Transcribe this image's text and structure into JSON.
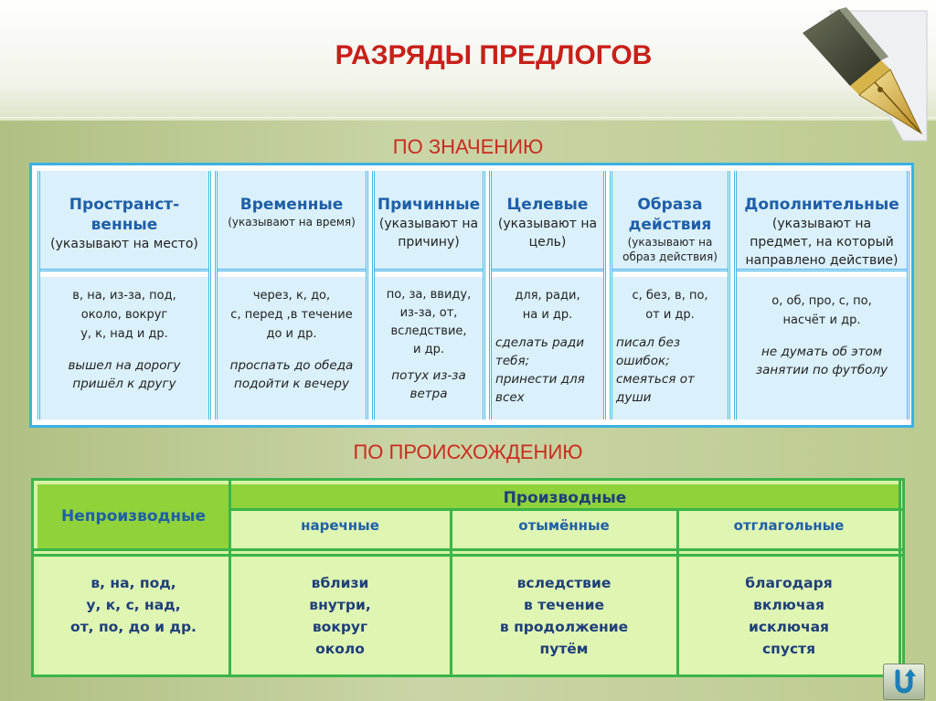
{
  "title": "РАЗРЯДЫ ПРЕДЛОГОВ",
  "section_meaning": "ПО ЗНАЧЕНИЮ",
  "section_origin": "ПО ПРОИСХОЖДЕНИЮ",
  "meaning": [
    {
      "title": "Пространст-\nвенные",
      "subtitle": "(указывают на место)",
      "list": "в, на, из-за, под,\nоколо, вокруг\nу, к, над и др.",
      "example": "вышел на дорогу\nпришёл к другу"
    },
    {
      "title": "Временные",
      "subtitle": "(указывают на время)",
      "list": "через, к, до,\nс, перед ,в течение\nдо и др.",
      "example": "проспать до обеда\nподойти к вечеру"
    },
    {
      "title": "Причинные",
      "subtitle": "(указывают на\nпричину)",
      "list": "по, за, ввиду,\nиз-за, от,\nвследствие,\nи др.",
      "example": "потух из-за\nветра"
    },
    {
      "title": "Целевые",
      "subtitle": "(указывают на\nцель)",
      "list": "для, ради,\nна и др.",
      "example": "сделать ради\nтебя;\nпринести для\nвсех"
    },
    {
      "title": "Образа\nдействия",
      "subtitle": "(указывают на\nобраз действия)",
      "list": "с, без, в, по,\nот и др.",
      "example": "писал без\nошибок;\nсмеяться от\nдуши"
    },
    {
      "title": "Дополнительные",
      "subtitle": "(указывают на\nпредмет, на который\nнаправлено действие)",
      "list": "о, об, про, с, по,\nнасчёт и др.",
      "example": "не думать об этом\nзанятии по футболу"
    }
  ],
  "origin": {
    "non_derived": {
      "title": "Непроизводные",
      "items": "в,  на,  под,\nу,  к,  с,  над,\nот,  по,  до  и др."
    },
    "derived": {
      "title": "Производные",
      "columns": [
        {
          "title": "наречные",
          "items": "вблизи\nвнутри,\nвокруг\nоколо"
        },
        {
          "title": "отымённые",
          "items": "вследствие\nв течение\nв продолжение\nпутём"
        },
        {
          "title": "отглагольные",
          "items": "благодаря\nвключая\nисключая\nспустя"
        }
      ]
    }
  },
  "icons": {
    "pen": "fountain-pen-icon",
    "nav": "return-arrow-icon"
  },
  "colors": {
    "title": "#c8201a",
    "header_blue": "#1f5fa8",
    "table_blue": "#3bb1e3",
    "table_green": "#39b54a",
    "green_fill": "#8fd23a"
  }
}
